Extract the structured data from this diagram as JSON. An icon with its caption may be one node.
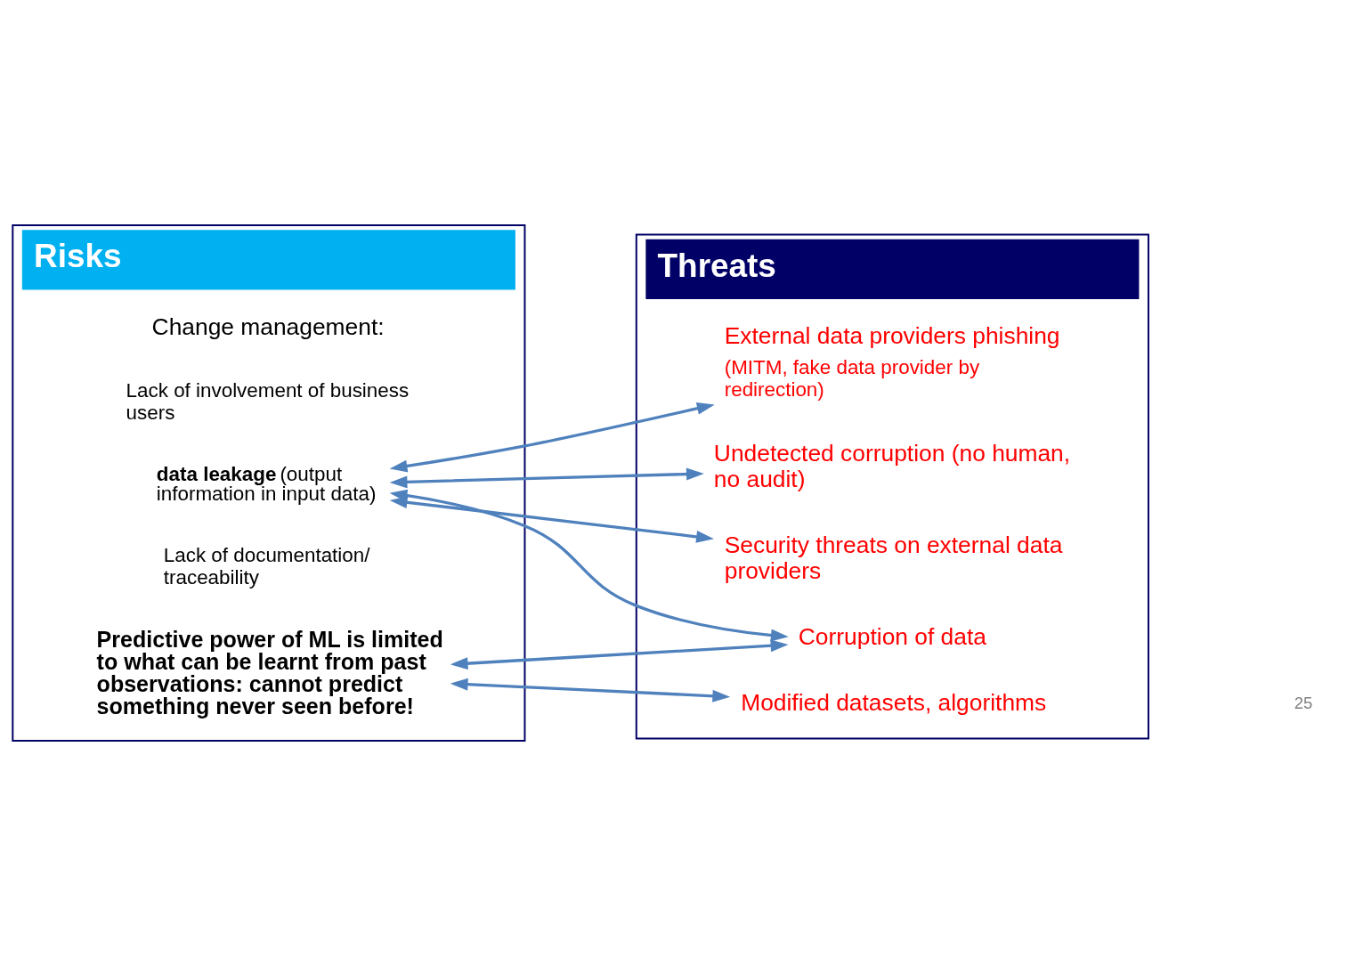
{
  "diagram": {
    "nodes": [
      {
        "text": [
          "Risks"
        ]
      },
      {
        "text": [
          "Change management:"
        ],
        "in": 0
      },
      {
        "text": [
          "Lack of involvement of business users"
        ],
        "in": 0
      },
      {
        "text": [
          "**data leakage** (output information in input data)"
        ],
        "in": 0
      },
      {
        "text": [
          "Lack of documentation/ traceability"
        ],
        "in": 0
      },
      {
        "text": [
          "Predictive power of ML is limited to what can be learnt from past observations: cannot predict something never seen before!"
        ],
        "in": 0
      },
      {
        "text": [
          "Threats"
        ]
      },
      {
        "text": [
          "Corruption of data"
        ],
        "in": 6
      },
      {
        "text": [
          "Security threats on external data providers"
        ],
        "in": 6
      },
      {
        "text": [
          "External data providers phishing",
          "(MITM, fake data provider by redirection)"
        ],
        "in": 6
      },
      {
        "text": [
          "Undetected corruption (no human, no audit)"
        ],
        "in": 6
      },
      {
        "text": [
          "Modified datasets, algorithms"
        ],
        "in": 6
      }
    ],
    "edges": [
      {
        "from": 3,
        "to": 7,
        "arrow": "both"
      },
      {
        "from": 3,
        "to": 8,
        "arrow": "both"
      },
      {
        "from": 3,
        "to": 9,
        "arrow": "both"
      },
      {
        "from": 3,
        "to": 10,
        "arrow": "both"
      },
      {
        "from": 5,
        "to": 7,
        "arrow": "both"
      },
      {
        "from": 5,
        "to": 11,
        "arrow": "both"
      }
    ],
    "labels": [
      "25"
    ]
  }
}
